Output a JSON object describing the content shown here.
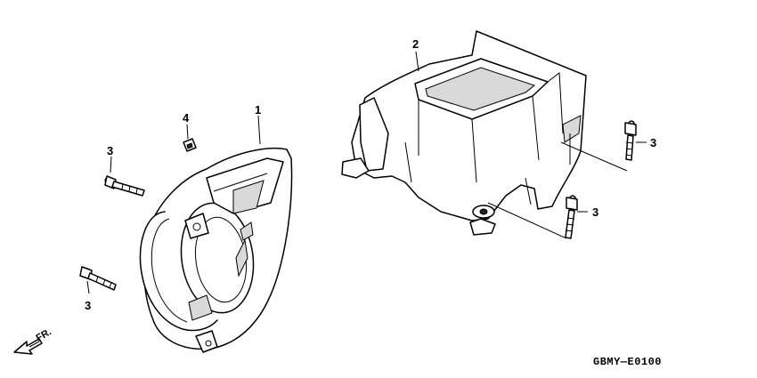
{
  "callouts": {
    "fan_cover": "1",
    "shroud": "2",
    "bolt": "3",
    "clip": "4"
  },
  "front_marker": "FR.",
  "diagram_code": "GBMY—E0100"
}
